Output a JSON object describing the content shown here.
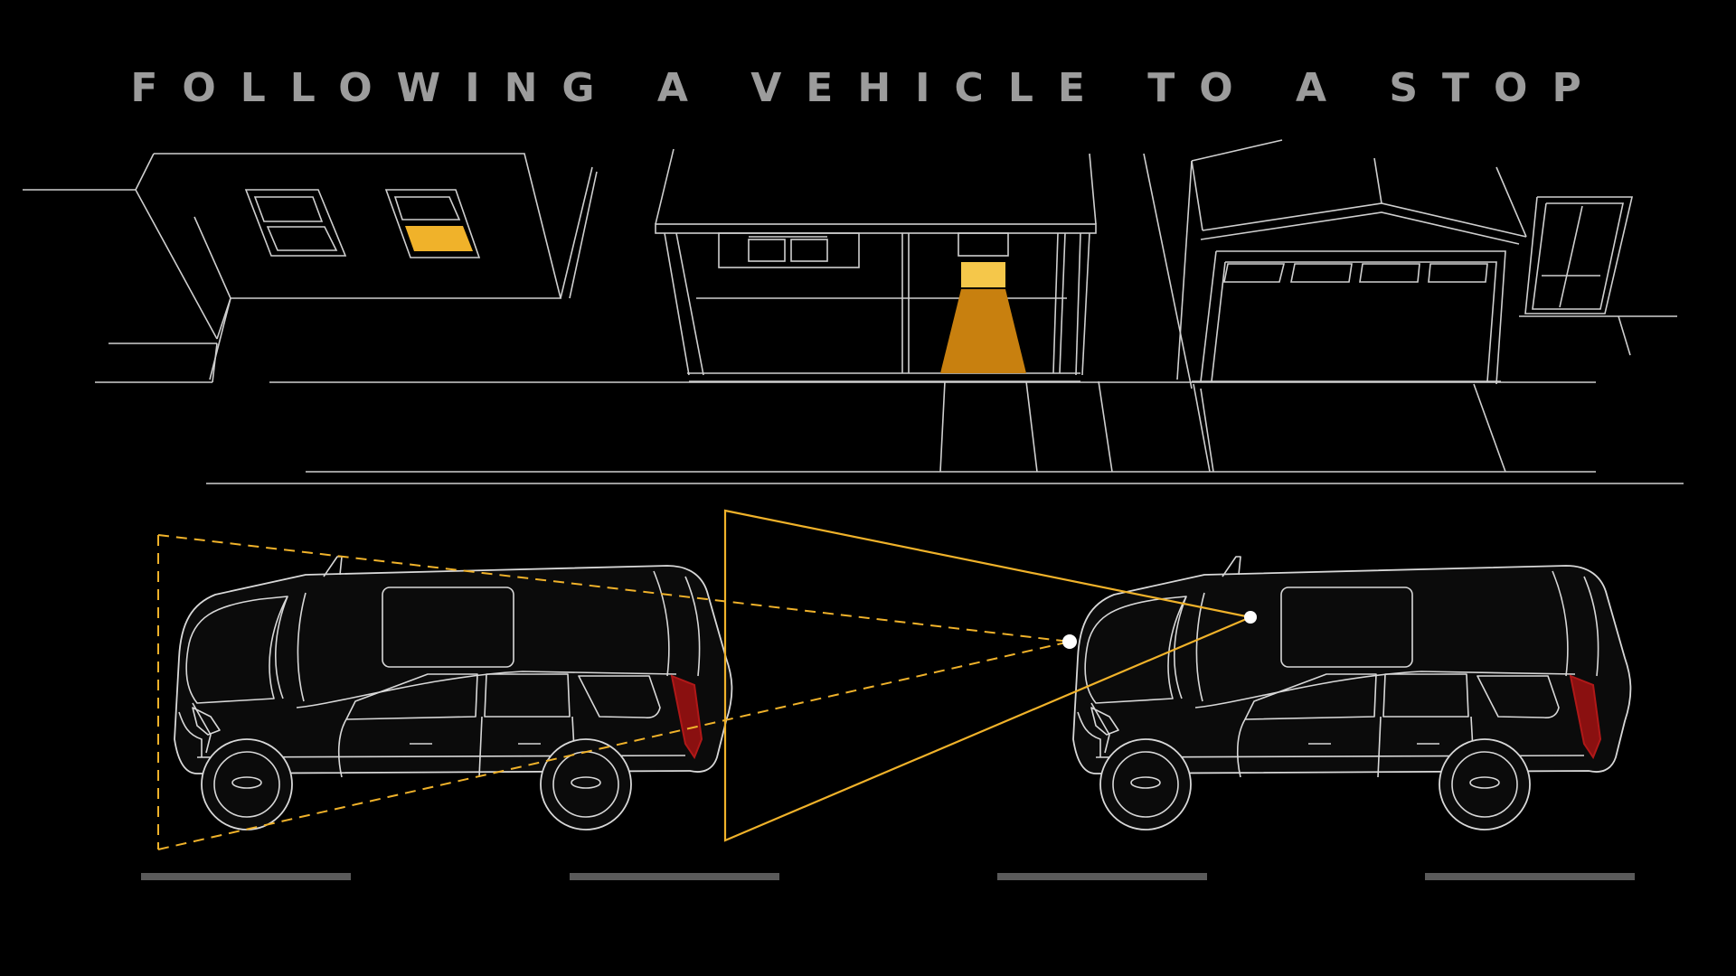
{
  "title": "FOLLOWING A VEHICLE TO A STOP",
  "colors": {
    "background": "#000000",
    "line": "#cfcfcf",
    "title": "#9c9c9c",
    "accent": "#f0b22a",
    "window_light": "#f0b22a",
    "porch_light": "#f5c74a",
    "light_beam": "#c8800f",
    "lane_marking": "#5a5a5a",
    "tail_light": "#b01818"
  },
  "elements": {
    "left_vehicle": "suv-rear-view",
    "right_vehicle": "suv-lead-vehicle",
    "view_cone": "dashed-field-of-view",
    "focus_triangle": "solid-focus-cone",
    "focus_points": 2,
    "houses": 3,
    "lane_dashes": 4
  }
}
